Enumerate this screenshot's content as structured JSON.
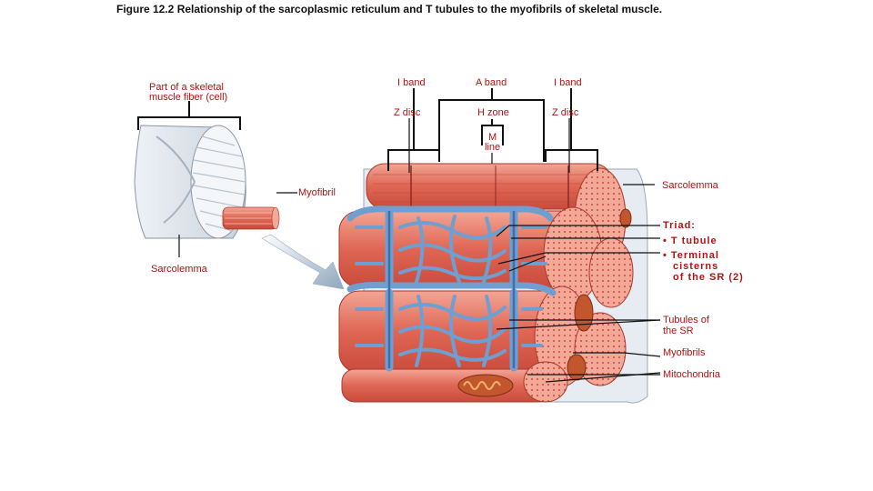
{
  "figure": {
    "title": "Figure 12.2  Relationship of the sarcoplasmic reticulum and T tubules to the myofibrils of skeletal muscle."
  },
  "labels": {
    "part_of_fiber_line1": "Part of a skeletal",
    "part_of_fiber_line2": "muscle fiber (cell)",
    "i_band_left": "I band",
    "a_band": "A band",
    "i_band_right": "I band",
    "z_disc_left": "Z disc",
    "h_zone": "H zone",
    "z_disc_right": "Z disc",
    "m_line_1": "M",
    "m_line_2": "line",
    "myofibril": "Myofibril",
    "sarcolemma_left": "Sarcolemma",
    "sarcolemma_right": "Sarcolemma",
    "triad": "Triad:",
    "t_tubule": "• T tubule",
    "terminal_1": "• Terminal",
    "terminal_2": "cisterns",
    "terminal_3": "of the SR (2)",
    "tubules_1": "Tubules of",
    "tubules_2": "the SR",
    "myofibrils": "Myofibrils",
    "mitochondria": "Mitochondria"
  },
  "colors": {
    "muscle": "#e0685a",
    "muscle_light": "#f2a494",
    "sr_blue": "#6f9fd0",
    "sr_dark": "#3f6fa8",
    "label_text": "#b01212",
    "leader_line": "#111111"
  }
}
